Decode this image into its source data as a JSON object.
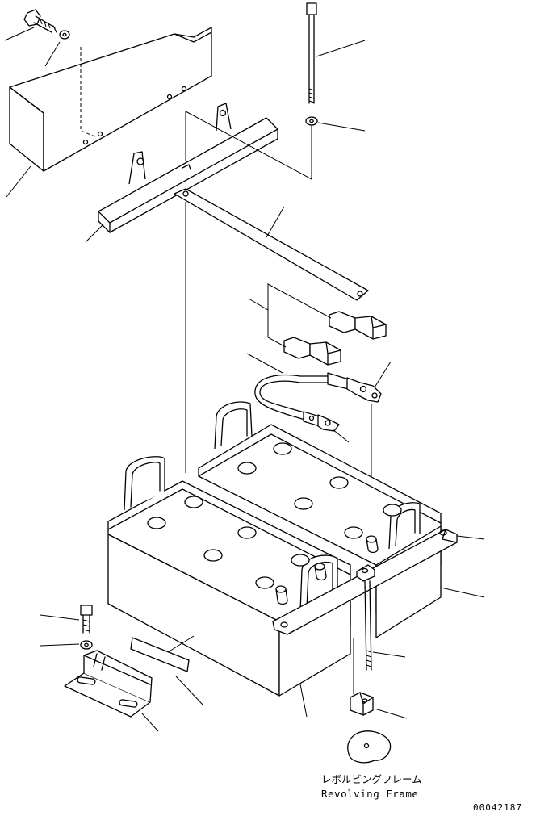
{
  "figure": {
    "caption_jp": "レボルビングフレーム",
    "caption_en": "Revolving Frame",
    "figure_id": "00042187"
  },
  "icons": {
    "battery": "battery-icon",
    "bolt": "bolt-icon",
    "washer": "washer-icon",
    "cable": "battery-cable-icon",
    "cover": "battery-cover-icon"
  },
  "colors": {
    "line": "#000000",
    "background": "#ffffff"
  }
}
